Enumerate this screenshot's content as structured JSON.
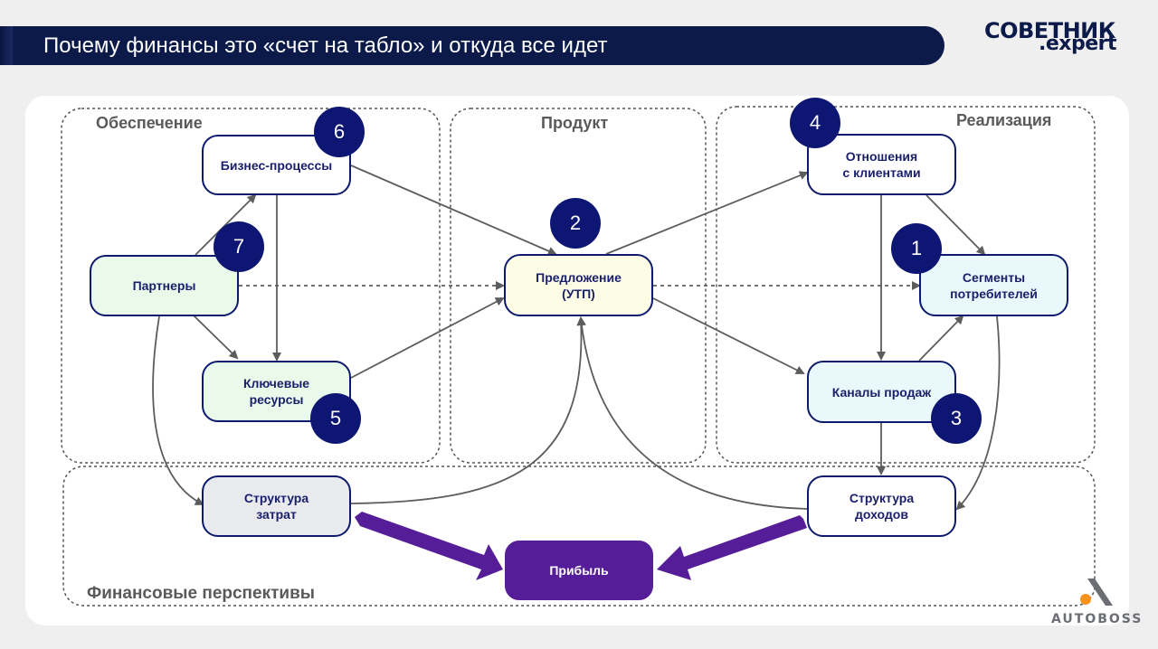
{
  "header": {
    "title": "Почему финансы это «счет на табло» и откуда все идет",
    "brand_line1": "СОВЕТНИК",
    "brand_line2": ".expert"
  },
  "colors": {
    "navy": "#0c1a4a",
    "badge": "#0d1673",
    "node_border": "#0d1a6e",
    "profit": "#561d98",
    "arrow": "#5c5c5c",
    "autoboss_orange": "#f7931e"
  },
  "groups": {
    "support": "Обеспечение",
    "product": "Продукт",
    "realization": "Реализация",
    "finance": "Финансовые перспективы"
  },
  "nodes": {
    "business_processes": "Бизнес-процессы",
    "partners": "Партнеры",
    "key_resources_1": "Ключевые",
    "key_resources_2": "ресурсы",
    "offer_1": "Предложение",
    "offer_2": "(УТП)",
    "relations_1": "Отношения",
    "relations_2": "с клиентами",
    "segments_1": "Сегменты",
    "segments_2": "потребителей",
    "channels": "Каналы продаж",
    "cost_1": "Структура",
    "cost_2": "затрат",
    "revenue_1": "Структура",
    "revenue_2": "доходов",
    "profit": "Прибыль"
  },
  "badges": {
    "segments": "1",
    "offer": "2",
    "channels": "3",
    "relations": "4",
    "resources": "5",
    "processes": "6",
    "partners": "7"
  },
  "footer": {
    "brand": "AUTOBOSS"
  }
}
